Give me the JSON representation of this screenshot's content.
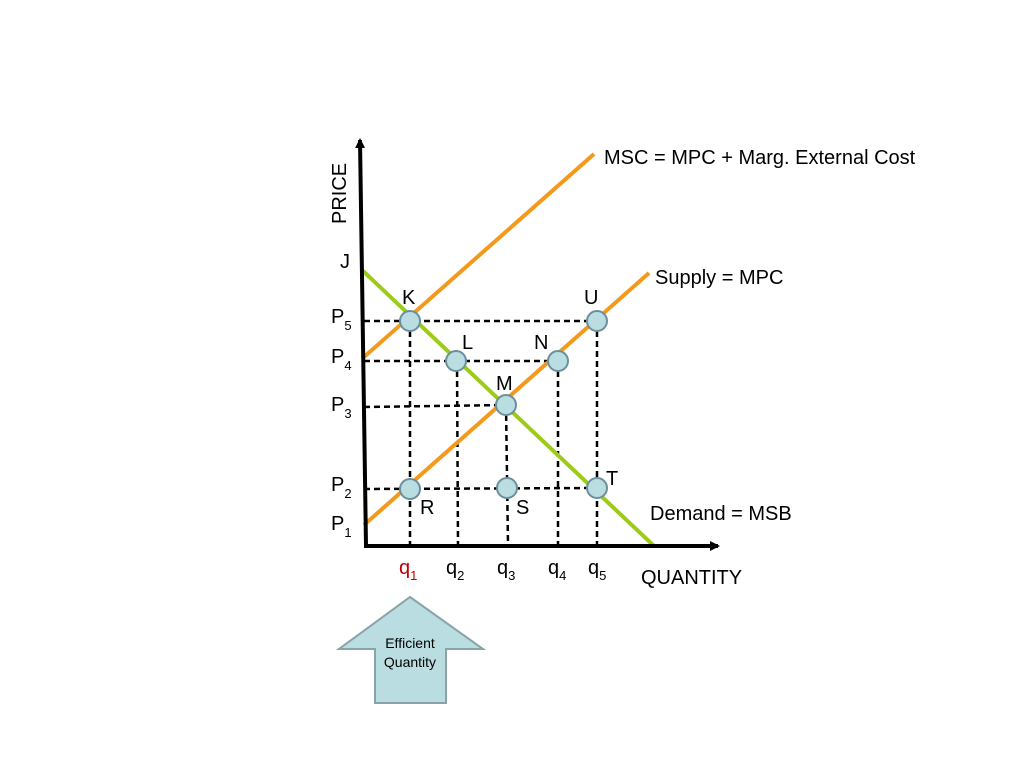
{
  "axes": {
    "y_label": "PRICE",
    "x_label": "QUANTITY"
  },
  "curves": {
    "msc_label": "MSC = MPC + Marg. External Cost",
    "supply_label": "Supply = MPC",
    "demand_label": "Demand = MSB"
  },
  "points": {
    "J": "J",
    "K": "K",
    "L": "L",
    "M": "M",
    "N": "N",
    "U": "U",
    "T": "T",
    "R": "R",
    "S": "S"
  },
  "price_ticks": [
    {
      "main": "P",
      "sub": "5"
    },
    {
      "main": "P",
      "sub": "4"
    },
    {
      "main": "P",
      "sub": "3"
    },
    {
      "main": "P",
      "sub": "2"
    },
    {
      "main": "P",
      "sub": "1"
    }
  ],
  "quantity_ticks": [
    {
      "main": "q",
      "sub": "1"
    },
    {
      "main": "q",
      "sub": "2"
    },
    {
      "main": "q",
      "sub": "3"
    },
    {
      "main": "q",
      "sub": "4"
    },
    {
      "main": "q",
      "sub": "5"
    }
  ],
  "callout": {
    "line1": "Efficient",
    "line2": "Quantity"
  },
  "colors": {
    "orange": "#f39a1d",
    "green": "#9ccb19",
    "point_fill": "#b9dde1",
    "point_stroke": "#6b8f9c",
    "arrow_fill": "#b9dde1",
    "arrow_stroke": "#8aa3a8",
    "highlight_red": "#c00000"
  }
}
